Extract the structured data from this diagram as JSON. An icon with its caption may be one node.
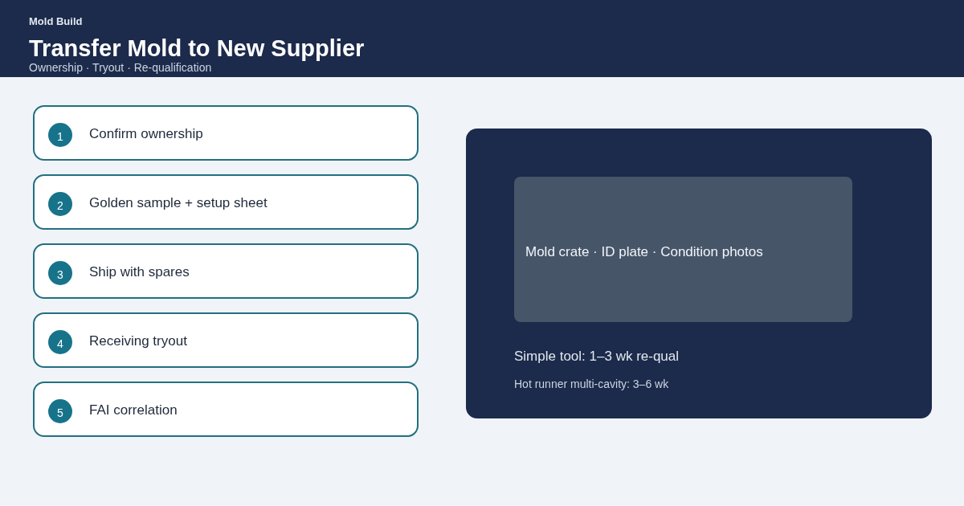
{
  "diagram": {
    "title": "Transfer Mold to New Supplier",
    "nodes": [
      {
        "text": [
          "1",
          "Confirm ownership"
        ]
      },
      {
        "text": [
          "2",
          "Golden sample + setup sheet"
        ]
      },
      {
        "text": [
          "3",
          "Ship with spares"
        ]
      },
      {
        "text": [
          "4",
          "Receiving tryout"
        ]
      },
      {
        "text": [
          "5",
          "FAI correlation"
        ]
      },
      {
        "text": [
          "Simple tool: 1–3 wk re-qual",
          "Hot runner multi-cavity: 3–6 wk"
        ]
      },
      {
        "text": [
          "Mold crate · ID plate · Condition photos"
        ],
        "in": 5
      }
    ],
    "labels": [
      "Mold Build",
      "Ownership · Tryout · Re-qualification"
    ]
  }
}
